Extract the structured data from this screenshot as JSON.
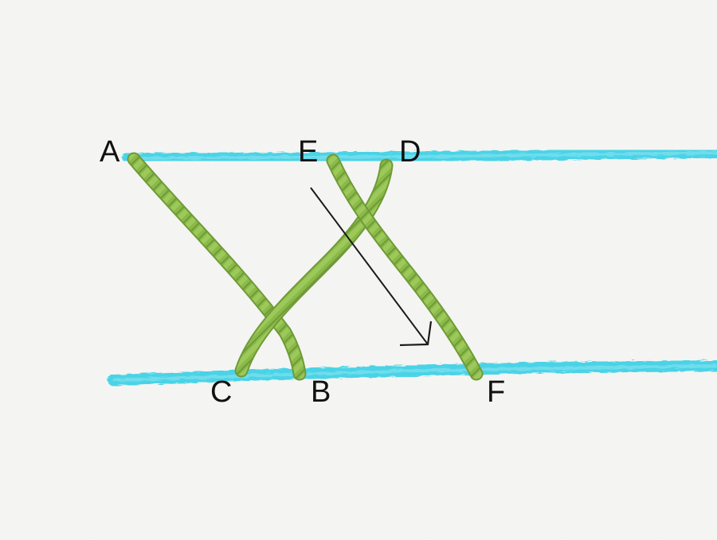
{
  "labels": {
    "a": "A",
    "b": "B",
    "c": "C",
    "d": "D",
    "e": "E",
    "f": "F"
  },
  "colors": {
    "fabric": "#f6f6f4",
    "guide_line": "#39d0e6",
    "thread": "#8ab94a",
    "thread_dark": "#6f9b36",
    "arrow": "#1a1a1a",
    "label": "#111111"
  }
}
